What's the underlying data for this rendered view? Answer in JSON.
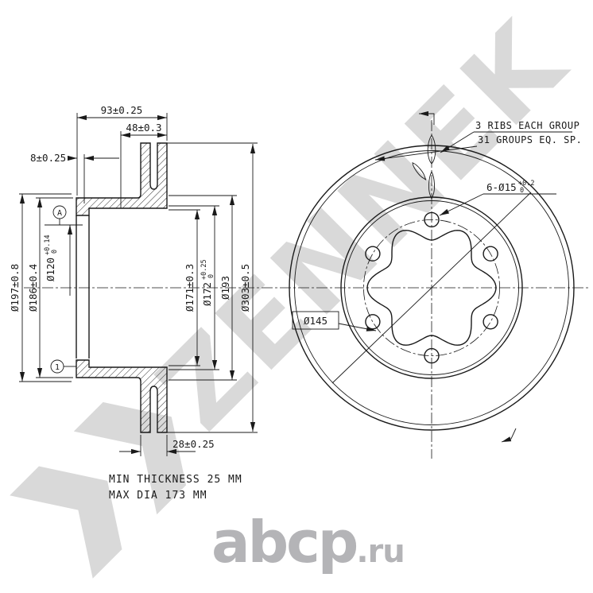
{
  "watermark": {
    "brand": "ZENNEK"
  },
  "logo": {
    "name": "abcp",
    "tld": ".ru"
  },
  "section_view": {
    "dim_width_overall": "93±0.25",
    "dim_width_ring": "48±0.3",
    "dim_flange_offset": "8±0.25",
    "dim_d197": "Ø197±0.8",
    "dim_d186": "Ø186±0.4",
    "dim_d120": "Ø120",
    "dim_d120_tol_upper": "+0.14",
    "dim_d120_tol_lower": "0",
    "dim_d171": "Ø171±0.3",
    "dim_d172": "Ø172",
    "dim_d172_tol_upper": "+0.25",
    "dim_d172_tol_lower": "0",
    "dim_d193": "Ø193",
    "dim_d303": "Ø303±0.5",
    "dim_thickness": "28±0.25",
    "datum_a": "A",
    "balloon_1": "1",
    "note_min_thickness": "MIN THICKNESS 25 MM",
    "note_max_dia": "MAX DIA 173 MM"
  },
  "front_view": {
    "note_ribs_line1": "3 RIBS EACH GROUP",
    "note_ribs_line2": "31 GROUPS EQ. SP.",
    "dim_bolt_circle": "Ø145",
    "dim_holes": "6-Ø15",
    "dim_holes_tol_upper": "+0.2",
    "dim_holes_tol_lower": "0"
  }
}
